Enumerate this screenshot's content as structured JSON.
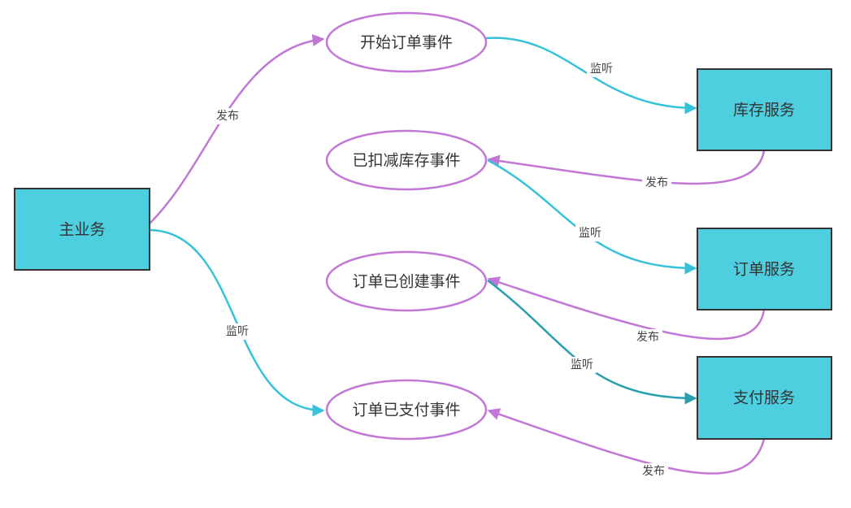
{
  "nodes": {
    "main": "主业务",
    "inventory": "库存服务",
    "order": "订单服务",
    "payment": "支付服务",
    "ev_start": "开始订单事件",
    "ev_deducted": "已扣减库存事件",
    "ev_created": "订单已创建事件",
    "ev_paid": "订单已支付事件"
  },
  "edges": [
    {
      "from": "主业务",
      "to": "开始订单事件",
      "label": "发布"
    },
    {
      "from": "主业务",
      "to": "订单已支付事件",
      "label": "监听"
    },
    {
      "from": "开始订单事件",
      "to": "库存服务",
      "label": "监听"
    },
    {
      "from": "库存服务",
      "to": "已扣减库存事件",
      "label": "发布"
    },
    {
      "from": "已扣减库存事件",
      "to": "订单服务",
      "label": "监听"
    },
    {
      "from": "订单服务",
      "to": "订单已创建事件",
      "label": "发布"
    },
    {
      "from": "订单已创建事件",
      "to": "支付服务",
      "label": "监听"
    },
    {
      "from": "支付服务",
      "to": "订单已支付事件",
      "label": "发布"
    }
  ],
  "colors": {
    "service": "#4ecfe0",
    "publish": "#c277d6",
    "listen": "#36c2d8"
  }
}
